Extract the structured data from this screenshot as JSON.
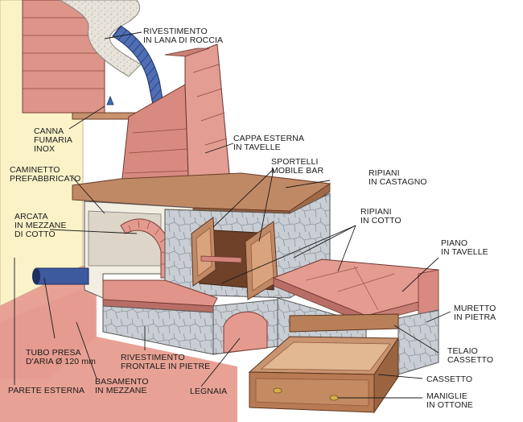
{
  "labels": {
    "rivestimento_lana": "RIVESTIMENTO\nIN LANA DI ROCCIA",
    "canna_fumaria": "CANNA\nFUMARIA\nINOX",
    "cappa_esterna": "CAPPA ESTERNA\nIN TAVELLE",
    "caminetto": "CAMINETTO\nPREFABBRICATO",
    "sportelli": "SPORTELLI\nMOBILE BAR",
    "ripiani_castagno": "RIPIANI\nIN CASTAGNO",
    "arcata": "ARCATA\nIN MEZZANE\nDI COTTO",
    "ripiani_cotto": "RIPIANI\nIN COTTO",
    "piano_tavelle": "PIANO\nIN TAVELLE",
    "muretto": "MURETTO\nIN PIETRA",
    "tubo_presa": "TUBO PRESA\nD'ARIA Ø 120 mm",
    "rivestimento_frontale": "RIVESTIMENTO\nFRONTALE IN PIETRE",
    "telaio": "TELAIO\nCASSETTO",
    "cassetto": "CASSETTO",
    "basamento": "BASAMENTO\nIN MEZZANE",
    "legnaia": "LEGNAIA",
    "maniglie": "MANIGLIE\nIN OTTONE",
    "parete_esterna": "PARETE ESTERNA"
  },
  "colors": {
    "wall": "#fbf2c8",
    "brick": "#d98c82",
    "brick_dark": "#b86e66",
    "wood": "#c08966",
    "wood_dark": "#8e5a3c",
    "stone": "#c7ccd2",
    "floor": "#e39a8e",
    "pipe": "#3d5a9e",
    "insulation": "#e6e2da"
  }
}
